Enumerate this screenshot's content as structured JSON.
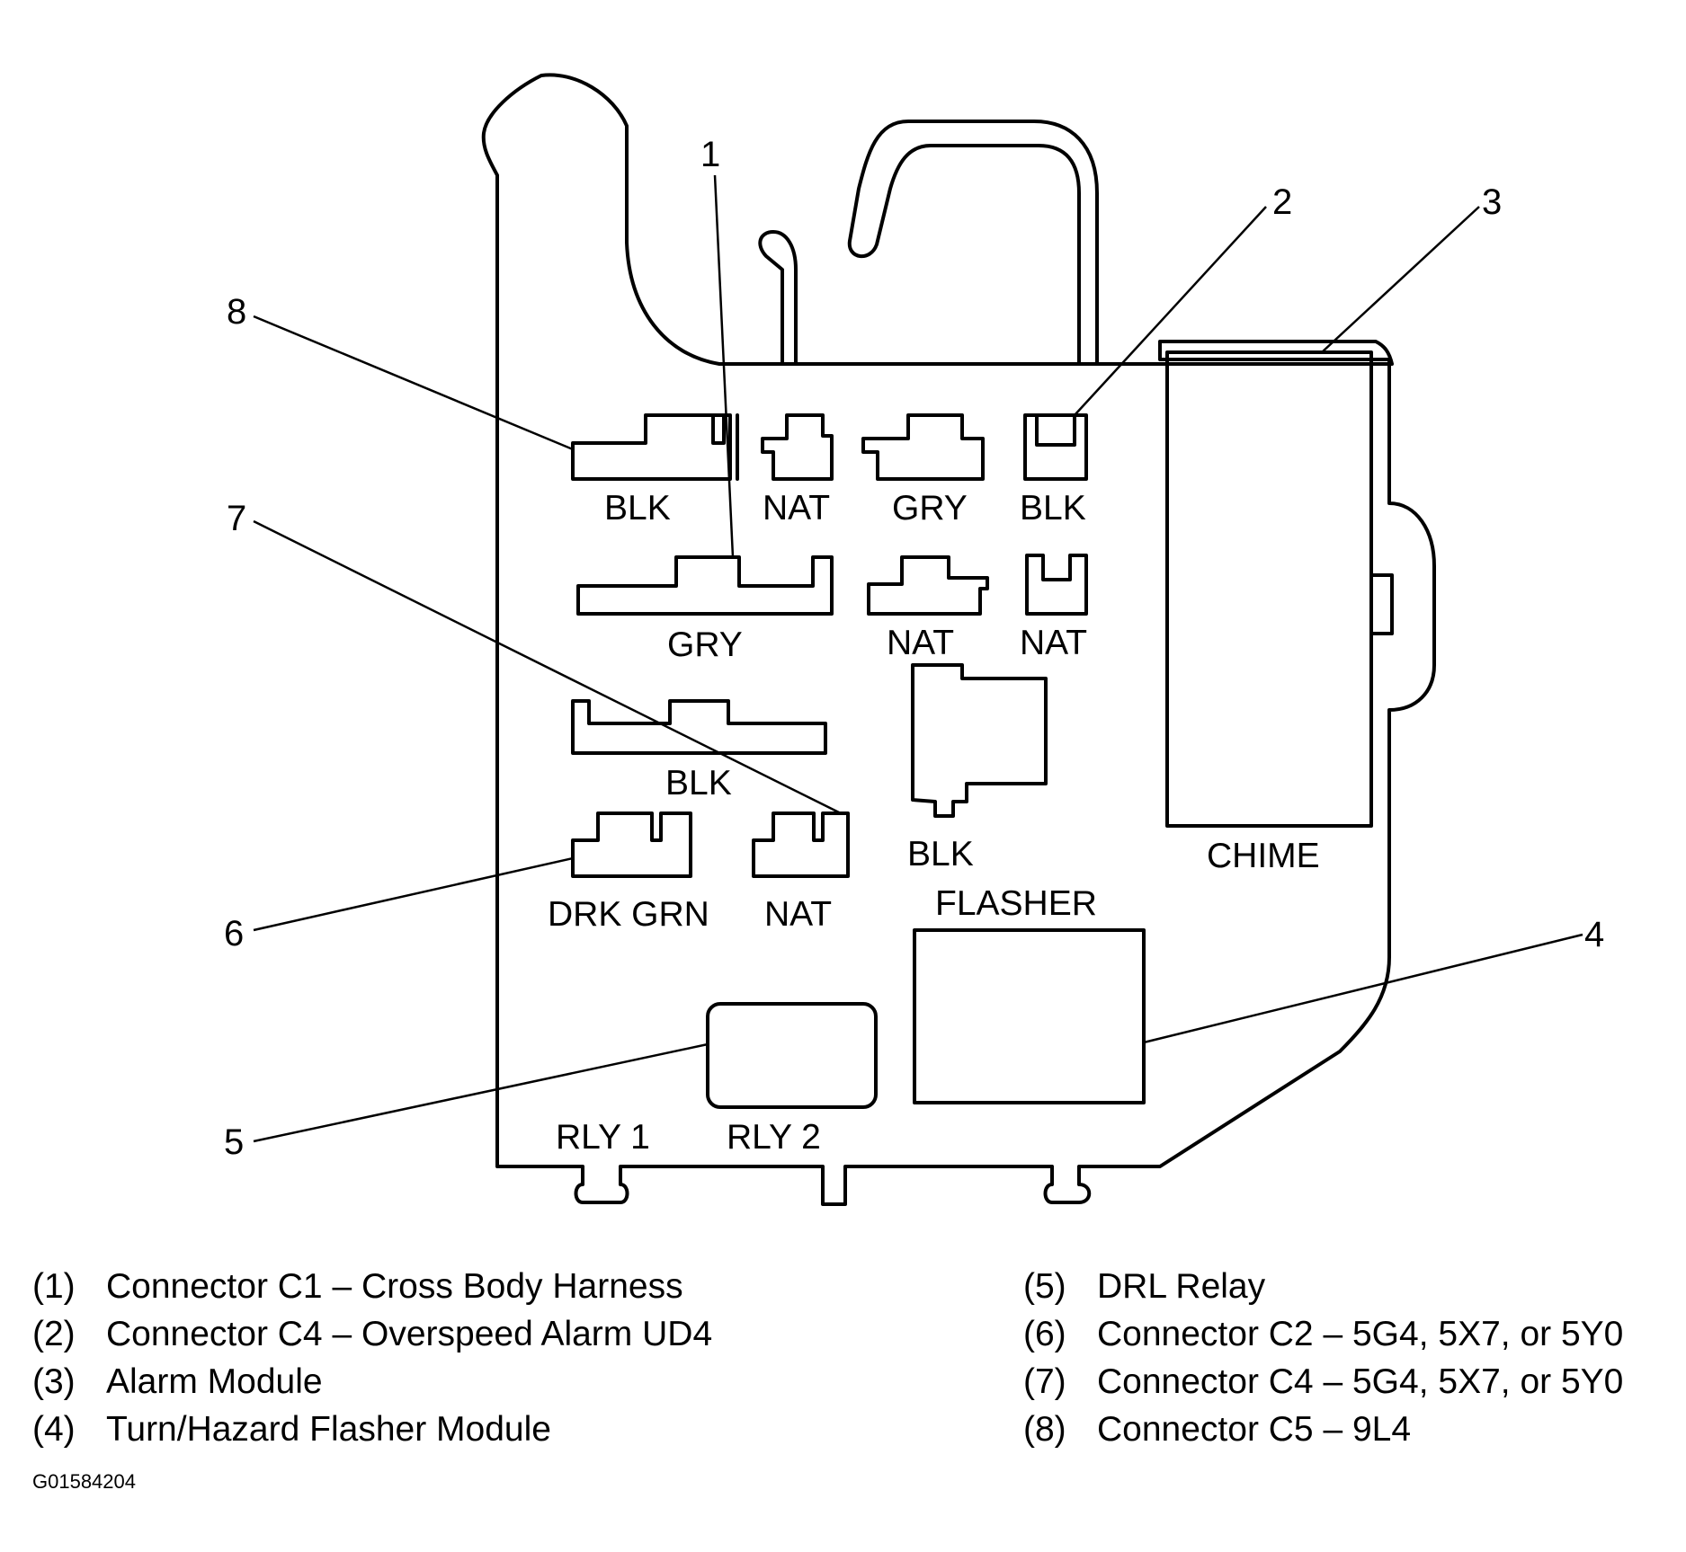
{
  "diagram": {
    "connector_labels": {
      "top_row": [
        "BLK",
        "NAT",
        "GRY",
        "BLK"
      ],
      "second_row": [
        "GRY",
        "NAT",
        "NAT"
      ],
      "third_row": [
        "BLK"
      ],
      "fourth_row": [
        "DRK GRN",
        "NAT"
      ],
      "flasher_bracket": "BLK",
      "chime": "CHIME",
      "flasher": "FLASHER",
      "relay_1": "RLY 1",
      "relay_2": "RLY 2"
    },
    "callouts": [
      "1",
      "2",
      "3",
      "4",
      "5",
      "6",
      "7",
      "8"
    ]
  },
  "legend": [
    {
      "index": "(1)",
      "text": "Connector C1 – Cross Body Harness"
    },
    {
      "index": "(2)",
      "text": "Connector C4 – Overspeed Alarm UD4"
    },
    {
      "index": "(3)",
      "text": "Alarm Module"
    },
    {
      "index": "(4)",
      "text": "Turn/Hazard Flasher Module"
    },
    {
      "index": "(5)",
      "text": "DRL Relay"
    },
    {
      "index": "(6)",
      "text": "Connector C2 – 5G4, 5X7, or 5Y0"
    },
    {
      "index": "(7)",
      "text": "Connector C4 – 5G4, 5X7, or 5Y0"
    },
    {
      "index": "(8)",
      "text": "Connector C5 – 9L4"
    }
  ],
  "figure_id": "G01584204"
}
